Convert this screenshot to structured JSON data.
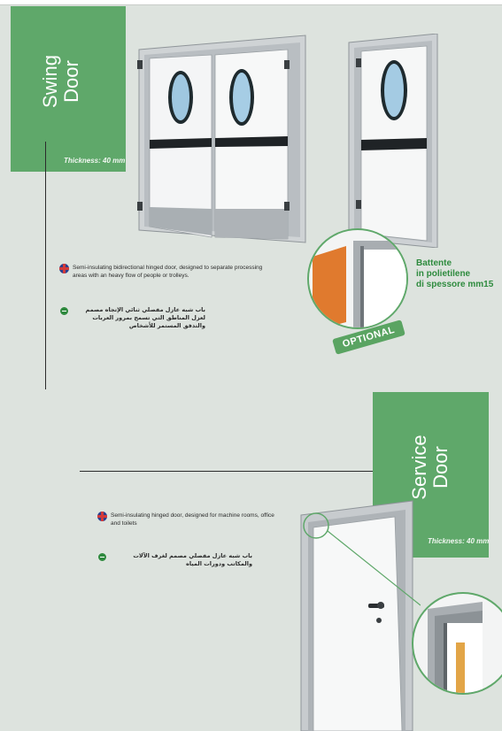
{
  "swing": {
    "title_line1": "Swing",
    "title_line2": "Door",
    "thickness": "Thickness: 40 mm",
    "desc_en": "Semi-insulating bidirectional hinged door, designed to separate processing areas with an heavy flow of people or trolleys.",
    "desc_ar": "باب شبه عازل مفصلي ثنائي الإتجاه مصمم لعزل المناطق التي تسمح بمرور العربات والتدفق المستمر للأشخاص",
    "callout": [
      "Battente",
      "in polietilene",
      "di spessore mm15"
    ],
    "optional_label": "OPTIONAL"
  },
  "service": {
    "title_line1": "Service",
    "title_line2": "Door",
    "thickness": "Thickness: 40 mm",
    "desc_en": "Semi-insulating hinged door, designed for machine rooms, office and toilets",
    "desc_ar": "باب شبه عازل مفصلي مصمم لغرف الآلات والمكاتب ودورات المياه"
  },
  "icons": {
    "english": "uk-flag-icon",
    "arabic": "saudi-flag-icon"
  },
  "colors": {
    "accent": "#5fa86a",
    "background": "#dde3de",
    "callout_text": "#2e8b3e",
    "kick_plate_orange": "#e07a2e"
  }
}
